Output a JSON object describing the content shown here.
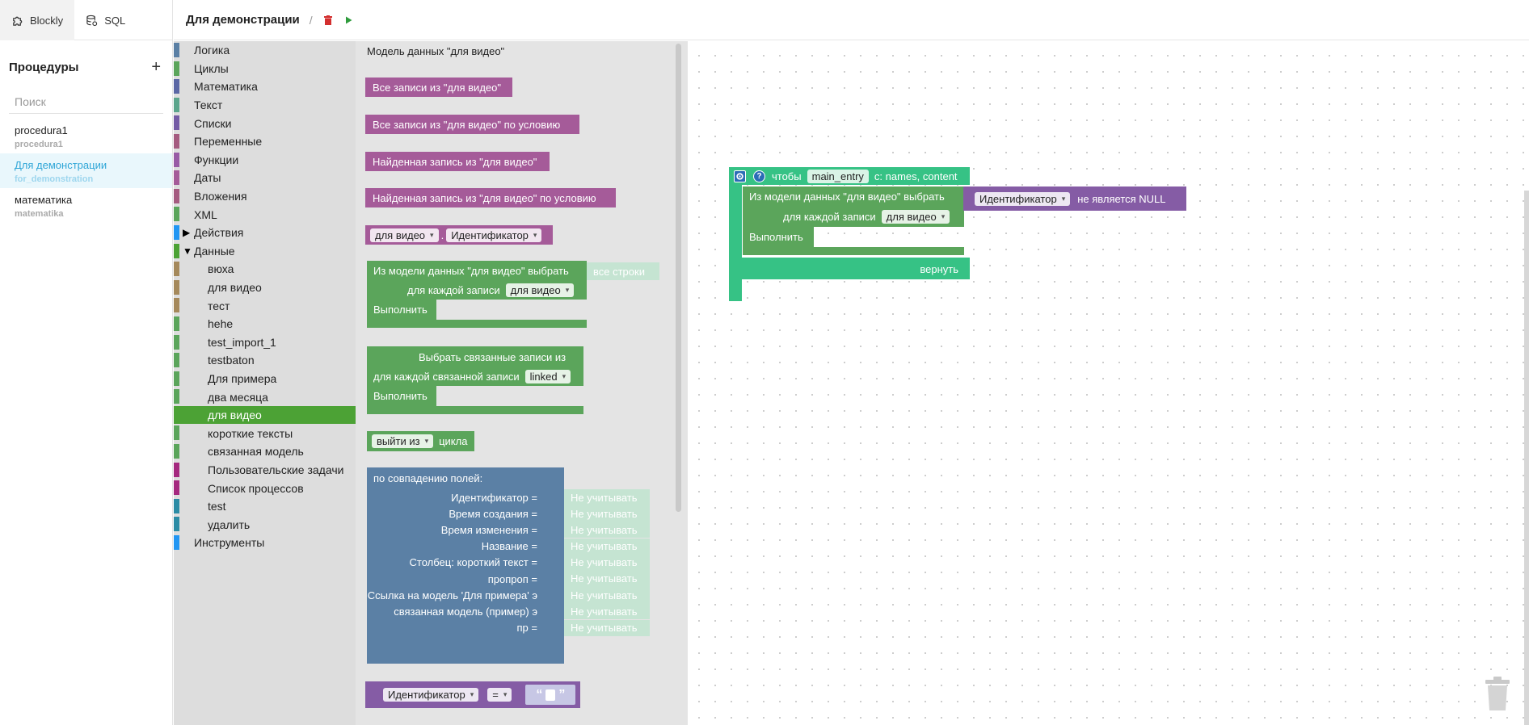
{
  "tabs": [
    {
      "label": "Blockly",
      "icon": "puzzle-icon"
    },
    {
      "label": "SQL",
      "icon": "database-icon"
    }
  ],
  "procedures": {
    "title": "Процедуры",
    "add": "+",
    "search_placeholder": "Поиск",
    "items": [
      {
        "name": "procedura1",
        "code": "procedura1"
      },
      {
        "name": "Для демонстрации",
        "code": "for_demonstration"
      },
      {
        "name": "математика",
        "code": "matematika"
      }
    ]
  },
  "header": {
    "title": "Для демонстрации",
    "separator": "/"
  },
  "categories": [
    {
      "label": "Логика",
      "color": "#5b80a5"
    },
    {
      "label": "Циклы",
      "color": "#5ba55b"
    },
    {
      "label": "Математика",
      "color": "#5b67a5"
    },
    {
      "label": "Текст",
      "color": "#5ba58c"
    },
    {
      "label": "Списки",
      "color": "#745ba5"
    },
    {
      "label": "Переменные",
      "color": "#a55b80"
    },
    {
      "label": "Функции",
      "color": "#995ba5"
    },
    {
      "label": "Даты",
      "color": "#a55b99"
    },
    {
      "label": "Вложения",
      "color": "#a55b80"
    },
    {
      "label": "XML",
      "color": "#5ba55b"
    },
    {
      "label": "Действия",
      "color": "#2196f3",
      "arrow": "▶"
    },
    {
      "label": "Данные",
      "color": "#4ca235",
      "arrow": "▼"
    },
    {
      "label": "вюха",
      "color": "#a5895b",
      "sub": true
    },
    {
      "label": "для видео",
      "color": "#a5895b",
      "sub": true
    },
    {
      "label": "тест",
      "color": "#a5895b",
      "sub": true
    },
    {
      "label": "hehe",
      "color": "#5ba55b",
      "sub": true
    },
    {
      "label": "test_import_1",
      "color": "#5ba55b",
      "sub": true
    },
    {
      "label": "testbaton",
      "color": "#5ba55b",
      "sub": true
    },
    {
      "label": "Для примера",
      "color": "#5ba55b",
      "sub": true
    },
    {
      "label": "два месяца",
      "color": "#5ba55b",
      "sub": true
    },
    {
      "label": "для видео",
      "color": "#4ca235",
      "sub": true,
      "selected": true
    },
    {
      "label": "короткие тексты",
      "color": "#5ba55b",
      "sub": true
    },
    {
      "label": "связанная модель",
      "color": "#5ba55b",
      "sub": true
    },
    {
      "label": "Пользовательские задачи",
      "color": "#a5297f",
      "sub": true
    },
    {
      "label": "Список процессов",
      "color": "#a5297f",
      "sub": true
    },
    {
      "label": "test",
      "color": "#2b8ca5",
      "sub": true
    },
    {
      "label": "удалить",
      "color": "#2b8ca5",
      "sub": true
    },
    {
      "label": "Инструменты",
      "color": "#2196f3"
    }
  ],
  "flyout": {
    "model_title": "Модель данных \"для видео\"",
    "b_all": "Все записи из \"для видео\"",
    "b_all_cond": "Все записи из \"для видео\" по условию",
    "b_found": "Найденная запись из \"для видео\"",
    "b_found_cond": "Найденная запись из \"для видео\" по условию",
    "b_field_model": "для видео",
    "b_field_dot": ".",
    "b_field_name": "Идентификатор",
    "b_select": "Из модели данных \"для видео\" выбрать",
    "b_select_ghost": "все строки",
    "b_foreach": "для каждой записи",
    "b_foreach_var": "для видео",
    "b_exec": "Выполнить",
    "b_linked": "Выбрать связанные записи из",
    "b_linked_each": "для каждой связанной записи",
    "b_linked_var": "linked",
    "b_exec2": "Выполнить",
    "b_break_pre": "выйти из",
    "b_break_post": "цикла",
    "b_match": "по совпадению полей:",
    "match_fields": [
      "Идентификатор =",
      "Время создания =",
      "Время изменения =",
      "Название =",
      "Столбец: короткий текст =",
      "пропроп =",
      "Ссылка на модель 'Для примера' э",
      "связанная модель (пример) э",
      "пр ="
    ],
    "match_ghost": "Не учитывать",
    "b_cmp_field": "Идентификатор",
    "b_cmp_op": "=",
    "b_cmp_quote_open": "“",
    "b_cmp_quote_close": "”"
  },
  "workspace": {
    "proc_to": "чтобы",
    "proc_name": "main_entry",
    "proc_args": "с: names, content",
    "select": "Из модели данных \"для видео\" выбрать",
    "cond_field": "Идентификатор",
    "cond_op": "не является NULL",
    "foreach": "для каждой записи",
    "foreach_var": "для видео",
    "exec": "Выполнить",
    "return": "вернуть"
  },
  "colors": {
    "accent": "#4ca235",
    "procedure_block": "#36c285",
    "data_block": "#a55b99",
    "loop_block": "#5ba55b",
    "logic_block": "#5b80a5",
    "compare_block": "#855ca5"
  }
}
